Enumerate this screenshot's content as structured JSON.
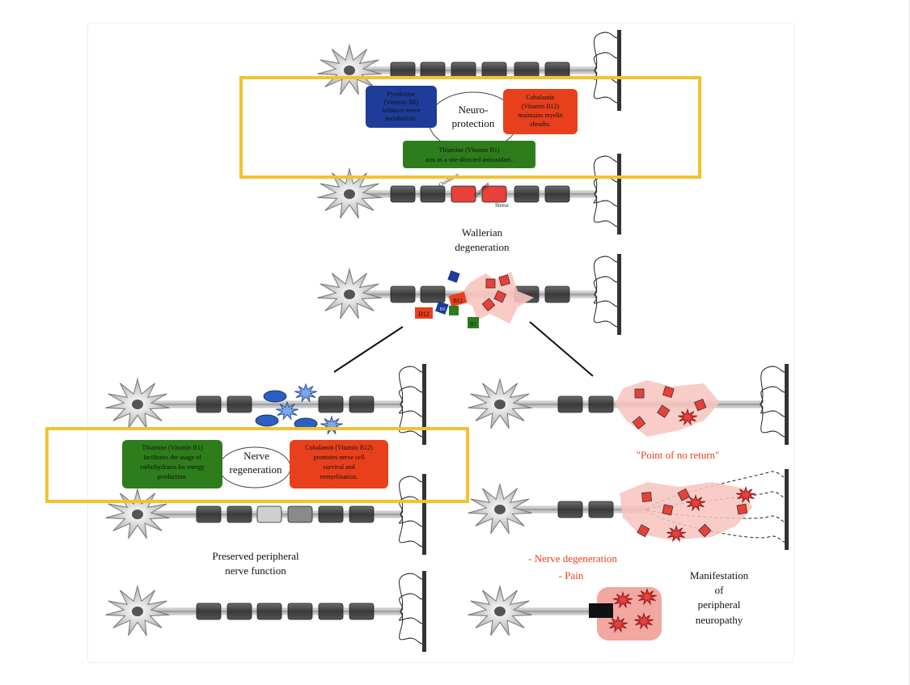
{
  "diagram": {
    "neuroprotection": {
      "center": "Neuro-",
      "center2": "protection",
      "blue_box": [
        "Pyridoxine",
        "(Vitamin B6)",
        "balances nerve",
        "metabolism."
      ],
      "red_box": [
        "Cobalamin",
        "(Vitamin B12)",
        "maintains myelin",
        "sheaths."
      ],
      "green_box": [
        "Thiamine (Vitamin B1)",
        "acts as a site-directed antioxidant."
      ]
    },
    "stress_labels": [
      "Oxidative",
      "Damage",
      "Stress"
    ],
    "wallerian": [
      "Wallerian",
      "degeneration"
    ],
    "vitamin_tags": [
      "B12",
      "B6",
      "B12",
      "B1"
    ],
    "regeneration": {
      "center": "Nerve",
      "center2": "regeneration",
      "green_box": [
        "Thiamine (Vitamin B1)",
        "facilitates the usage of",
        "carbohydrates for energy",
        "production."
      ],
      "red_box": [
        "Cobalamin (Vitamin B12)",
        "promotes nerve cell",
        "survival and",
        "remyelination."
      ]
    },
    "point_of_no_return": "\"Point of no return\"",
    "preserved": [
      "Preserved peripheral",
      "nerve function"
    ],
    "degeneration_pain": [
      "- Nerve degeneration",
      "- Pain"
    ],
    "manifestation": [
      "Manifestation",
      "of",
      "peripheral",
      "neuropathy"
    ],
    "colors": {
      "highlight": "#f2c230",
      "blue": "#1e3c99",
      "red": "#e8401c",
      "green": "#2e7d1c",
      "red_text": "#e8401c"
    }
  }
}
